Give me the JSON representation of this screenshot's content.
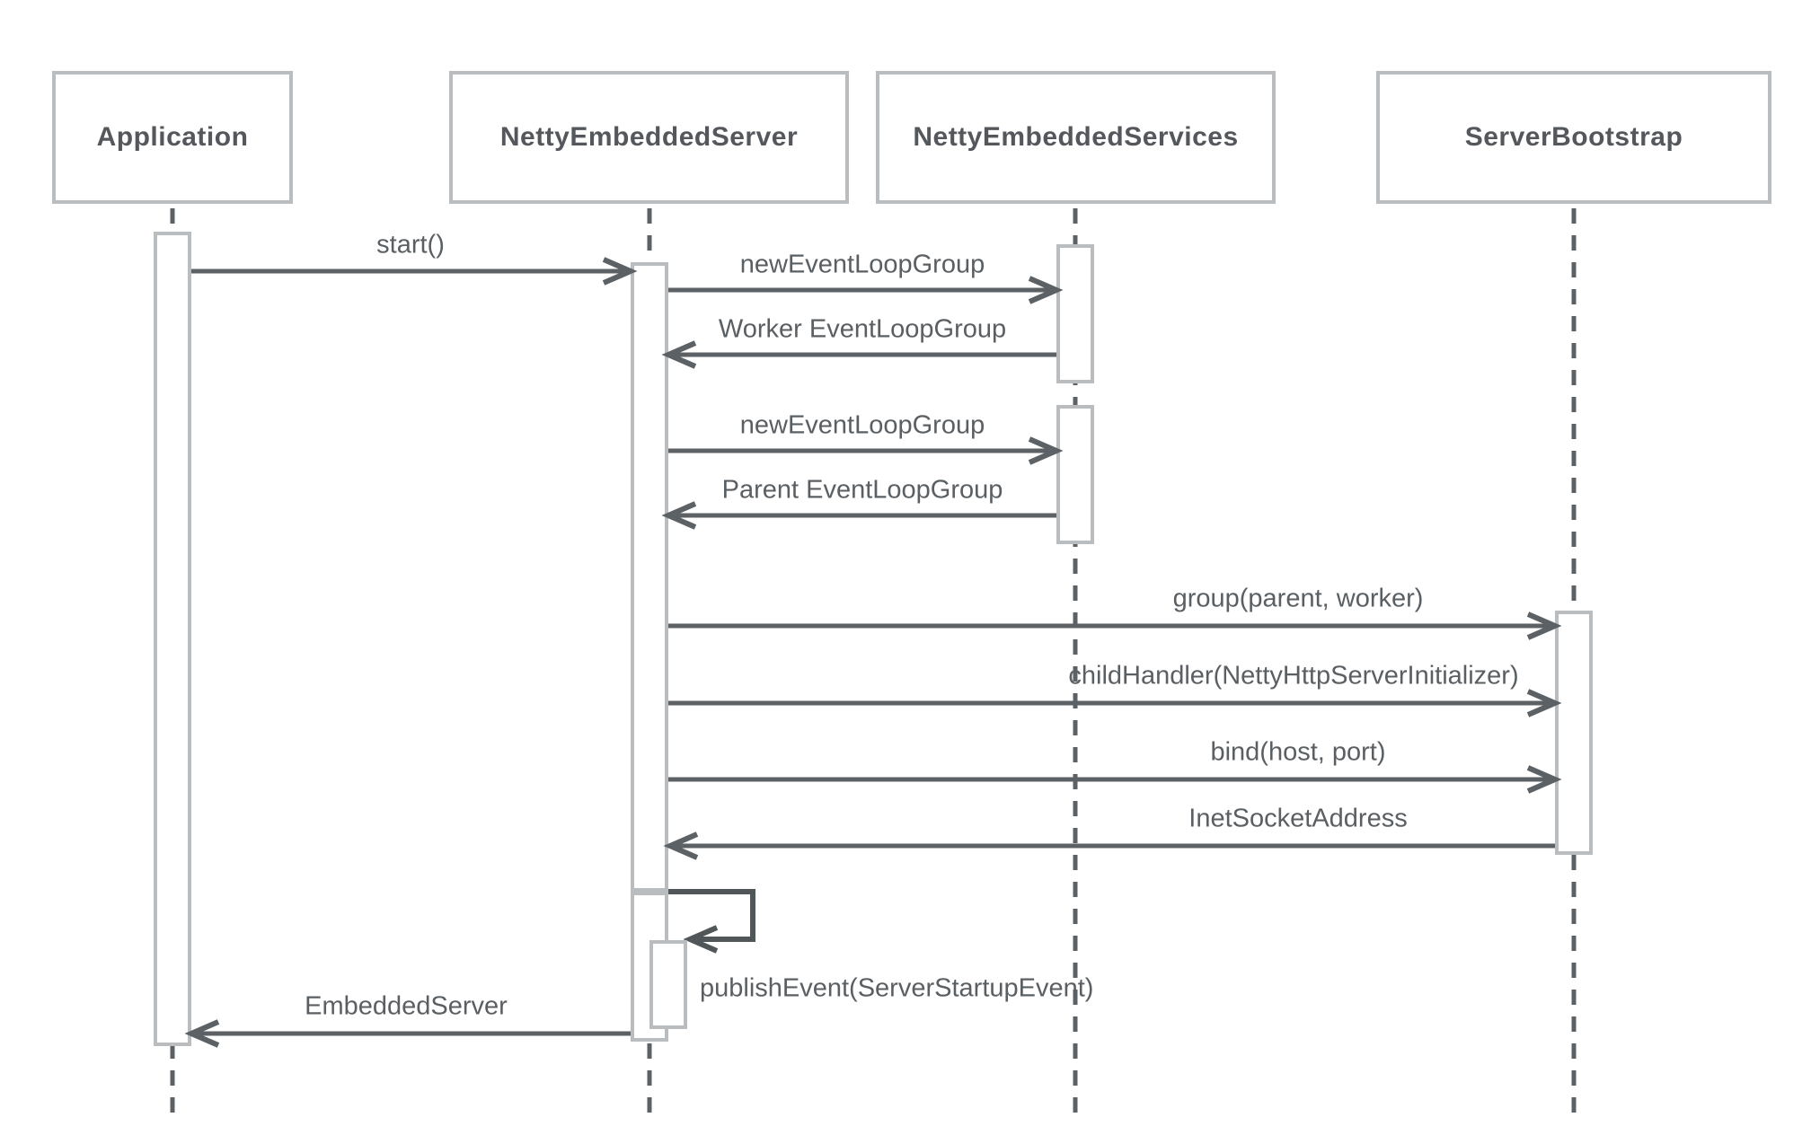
{
  "diagram": {
    "type": "uml-sequence-diagram",
    "background": "#ffffff"
  },
  "participants": [
    {
      "name": "Application"
    },
    {
      "name": "NettyEmbeddedServer"
    },
    {
      "name": "NettyEmbeddedServices"
    },
    {
      "name": "ServerBootstrap"
    }
  ],
  "messages": [
    {
      "label": "start()",
      "from": "Application",
      "to": "NettyEmbeddedServer",
      "kind": "call"
    },
    {
      "label": "newEventLoopGroup",
      "from": "NettyEmbeddedServer",
      "to": "NettyEmbeddedServices",
      "kind": "call"
    },
    {
      "label": "Worker EventLoopGroup",
      "from": "NettyEmbeddedServices",
      "to": "NettyEmbeddedServer",
      "kind": "return"
    },
    {
      "label": "newEventLoopGroup",
      "from": "NettyEmbeddedServer",
      "to": "NettyEmbeddedServices",
      "kind": "call"
    },
    {
      "label": "Parent EventLoopGroup",
      "from": "NettyEmbeddedServices",
      "to": "NettyEmbeddedServer",
      "kind": "return"
    },
    {
      "label": "group(parent, worker)",
      "from": "NettyEmbeddedServer",
      "to": "ServerBootstrap",
      "kind": "call"
    },
    {
      "label": "childHandler(NettyHttpServerInitializer)",
      "from": "NettyEmbeddedServer",
      "to": "ServerBootstrap",
      "kind": "call"
    },
    {
      "label": "bind(host, port)",
      "from": "NettyEmbeddedServer",
      "to": "ServerBootstrap",
      "kind": "call"
    },
    {
      "label": "InetSocketAddress",
      "from": "ServerBootstrap",
      "to": "NettyEmbeddedServer",
      "kind": "return"
    },
    {
      "label": "publishEvent(ServerStartupEvent)",
      "from": "NettyEmbeddedServer",
      "to": "NettyEmbeddedServer",
      "kind": "self"
    },
    {
      "label": "EmbeddedServer",
      "from": "NettyEmbeddedServer",
      "to": "Application",
      "kind": "return"
    }
  ],
  "colors": {
    "box_border": "#b9bdc0",
    "lifeline": "#5c6165",
    "arrow": "#5c6165",
    "self_call": "#515659",
    "participant_text": "#54585d",
    "message_text": "#5a5f63",
    "background": "#ffffff"
  }
}
